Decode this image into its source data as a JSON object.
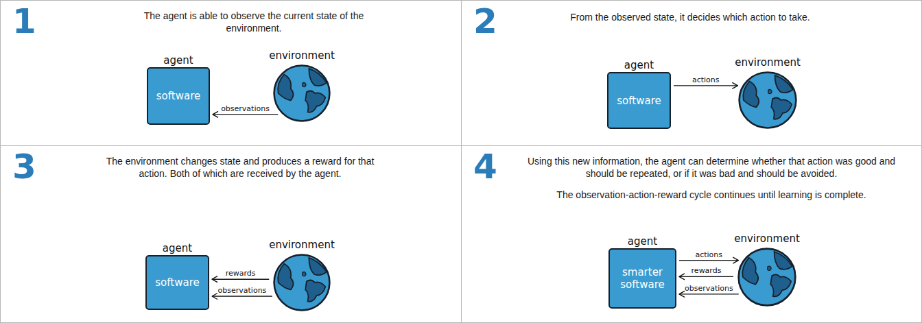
{
  "diagram": {
    "nodes": [
      {
        "text": [
          "1",
          "The agent is able to observe the current state of the environment."
        ]
      },
      {
        "text": [
          "agent",
          "software"
        ],
        "in": 0
      },
      {
        "text": [
          "environment"
        ],
        "in": 0
      },
      {
        "text": [
          "2",
          "From the observed state, it decides which action to take."
        ]
      },
      {
        "text": [
          "agent",
          "software"
        ],
        "in": 3
      },
      {
        "text": [
          "environment"
        ],
        "in": 3
      },
      {
        "text": [
          "3",
          "The environment changes state and produces a reward for that action. Both of which are received by the agent."
        ]
      },
      {
        "text": [
          "agent",
          "software"
        ],
        "in": 6
      },
      {
        "text": [
          "environment"
        ],
        "in": 6
      },
      {
        "text": [
          "4",
          "Using this new information, the agent can determine whether that action was good and should be repeated, or if it was bad and should be avoided.",
          "The observation-action-reward cycle continues until learning is complete."
        ]
      },
      {
        "text": [
          "agent",
          "smarter software"
        ],
        "in": 9
      },
      {
        "text": [
          "environment"
        ],
        "in": 9
      }
    ],
    "edges": [
      {
        "from": 2,
        "to": 1,
        "label": "observations",
        "arrow": "to"
      },
      {
        "from": 4,
        "to": 5,
        "label": "actions",
        "arrow": "to"
      },
      {
        "from": 8,
        "to": 7,
        "label": "rewards",
        "arrow": "to"
      },
      {
        "from": 8,
        "to": 7,
        "label": "observations",
        "arrow": "to"
      },
      {
        "from": 10,
        "to": 11,
        "label": "actions",
        "arrow": "to"
      },
      {
        "from": 11,
        "to": 10,
        "label": "rewards",
        "arrow": "to"
      },
      {
        "from": 11,
        "to": 10,
        "label": "observations",
        "arrow": "to"
      }
    ]
  }
}
